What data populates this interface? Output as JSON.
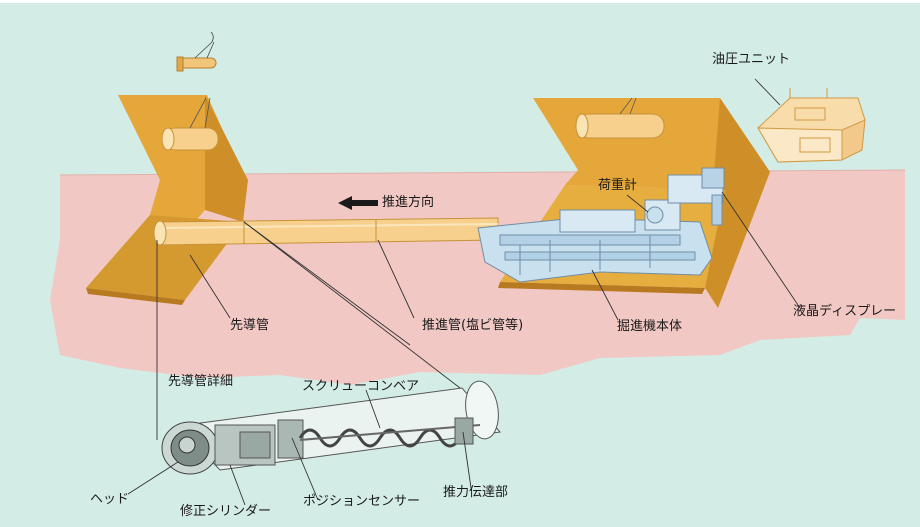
{
  "diagram": {
    "direction_label": "推進方向",
    "labels": {
      "hydraulic_unit": "油圧ユニット",
      "load_meter": "荷重計",
      "pilot_pipe": "先導管",
      "push_pipe": "推進管(塩ビ管等)",
      "machine_body": "掘進機本体",
      "lcd_display": "液晶ディスプレー",
      "pilot_detail": "先導管詳細",
      "screw_conveyor": "スクリューコンベア",
      "head": "ヘッド",
      "correction_cylinder": "修正シリンダー",
      "position_sensor": "ポジションセンサー",
      "thrust_transmission": "推力伝達部"
    },
    "colors": {
      "background": "#d4ece6",
      "ground": "#f1c8c4",
      "pit_wall": "#e5a73a",
      "pipe": "#f6d08c",
      "machine": "#c9e0ee"
    }
  }
}
